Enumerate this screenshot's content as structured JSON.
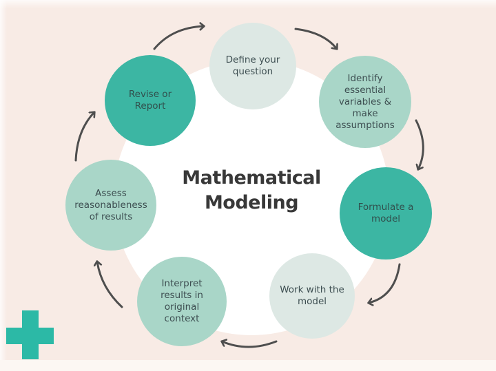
{
  "title": "Mathematical\nModeling",
  "cycle": {
    "nodes": [
      {
        "id": "define-your-question",
        "label": "Define your\nquestion",
        "tone": "light"
      },
      {
        "id": "identify-essential-variables",
        "label": "Identify\nessential\nvariables &\nmake\nassumptions",
        "tone": "mid"
      },
      {
        "id": "formulate-a-model",
        "label": "Formulate a\nmodel",
        "tone": "dark"
      },
      {
        "id": "work-with-the-model",
        "label": "Work with the\nmodel",
        "tone": "light"
      },
      {
        "id": "interpret-results-in-context",
        "label": "Interpret\nresults in\noriginal\ncontext",
        "tone": "mid"
      },
      {
        "id": "assess-reasonableness",
        "label": "Assess\nreasonableness\nof results",
        "tone": "mid"
      },
      {
        "id": "revise-or-report",
        "label": "Revise or\nReport",
        "tone": "dark"
      }
    ]
  },
  "colors": {
    "background": "#f8ebe5",
    "center_circle": "#ffffff",
    "node_dark_teal": "#3cb6a3",
    "node_mid_teal": "#a9d6c8",
    "node_light_teal": "#dde8e4",
    "arrow": "#4e4e4e",
    "node_label_text": "#3d4e51",
    "title_text": "#383838",
    "plus_icon": "#2cb9a6"
  }
}
